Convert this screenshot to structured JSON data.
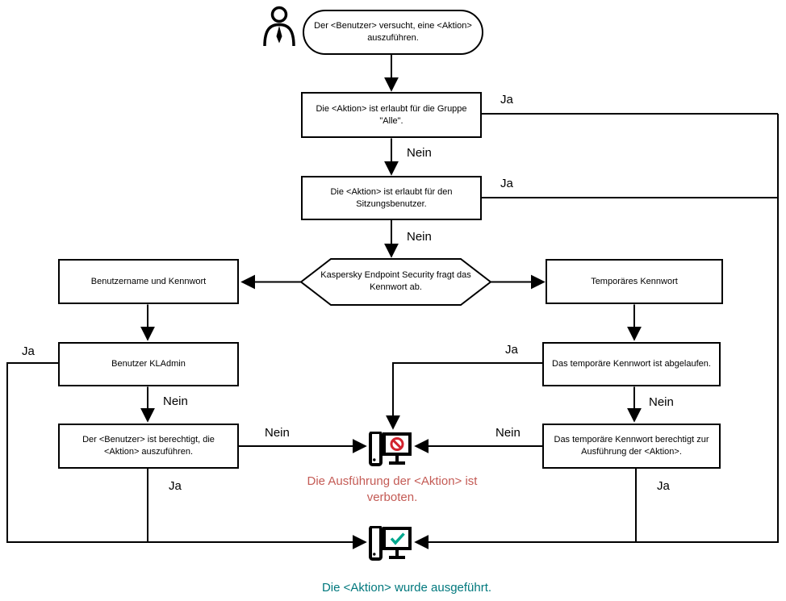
{
  "nodes": {
    "start": "Der <Benutzer> versucht, eine <Aktion> auszuführen.",
    "group_all": "Die <Aktion> ist erlaubt für die Gruppe \"Alle\".",
    "session_user": "Die <Aktion> ist erlaubt für den Sitzungsbenutzer.",
    "password_prompt": "Kaspersky Endpoint Security fragt das Kennwort ab.",
    "username_password": "Benutzername und Kennwort",
    "temporary_password": "Temporäres Kennwort",
    "kladmin": "Benutzer KLAdmin",
    "temp_expired": "Das temporäre Kennwort ist abgelaufen.",
    "user_authorized": "Der <Benutzer> ist berechtigt, die <Aktion> auszuführen.",
    "temp_authorizes": "Das temporäre Kennwort berechtigt zur Ausführung der <Aktion>."
  },
  "labels": {
    "yes": "Ja",
    "no": "Nein"
  },
  "outcomes": {
    "forbidden": "Die Ausführung der <Aktion> ist verboten.",
    "executed": "Die <Aktion> wurde ausgeführt."
  },
  "colors": {
    "line": "#000000",
    "forbidden_text": "#C45B55",
    "executed_text": "#00787D",
    "prohibition_sign": "#D2232E",
    "checkmark": "#00A88E"
  }
}
